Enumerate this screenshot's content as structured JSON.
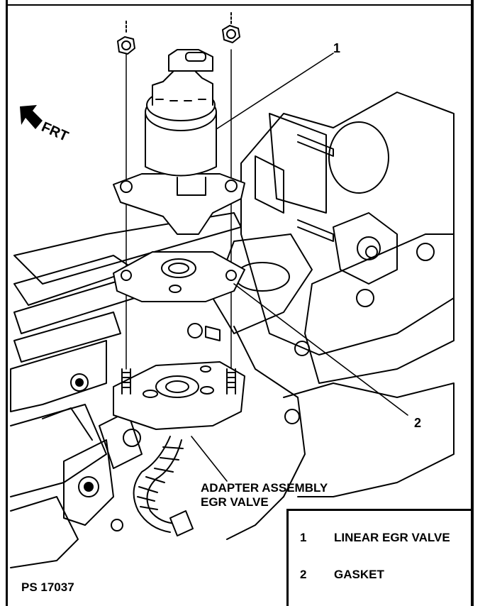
{
  "callouts": {
    "one": "1",
    "two": "2"
  },
  "direction_label": "FRT",
  "adapter_label": {
    "line1": "ADAPTER ASSEMBLY",
    "line2": "EGR VALVE"
  },
  "legend": {
    "items": [
      {
        "number": "1",
        "name": "LINEAR EGR VALVE"
      },
      {
        "number": "2",
        "name": "GASKET"
      }
    ]
  },
  "figure_id": "PS 17037"
}
